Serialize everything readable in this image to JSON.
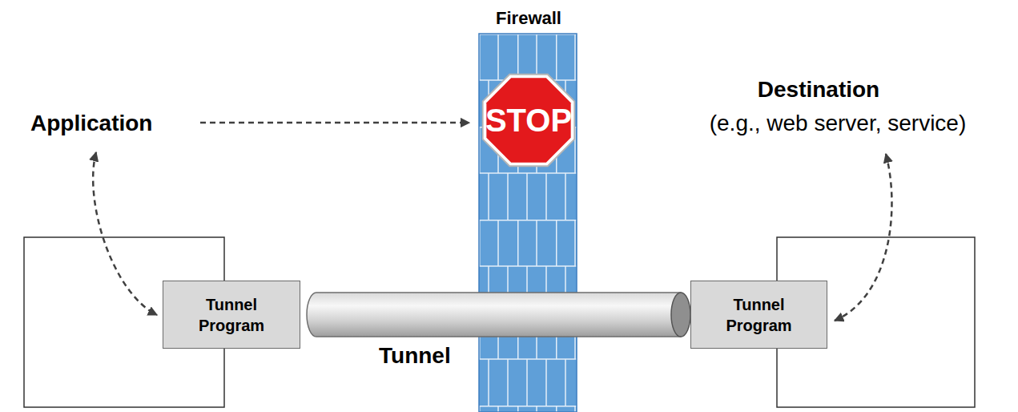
{
  "diagram": {
    "nodes": [
      {
        "text": [
          "STOP"
        ]
      },
      {
        "text": [
          "Tunnel Program"
        ]
      },
      {
        "text": [
          "Tunnel Program"
        ]
      }
    ],
    "edges": [
      {
        "from": 1,
        "to": 2,
        "arrow": "none",
        "label": "Tunnel"
      }
    ],
    "labels": [
      "Firewall",
      "Application",
      "Destination",
      "(e.g., web server, service)"
    ]
  }
}
